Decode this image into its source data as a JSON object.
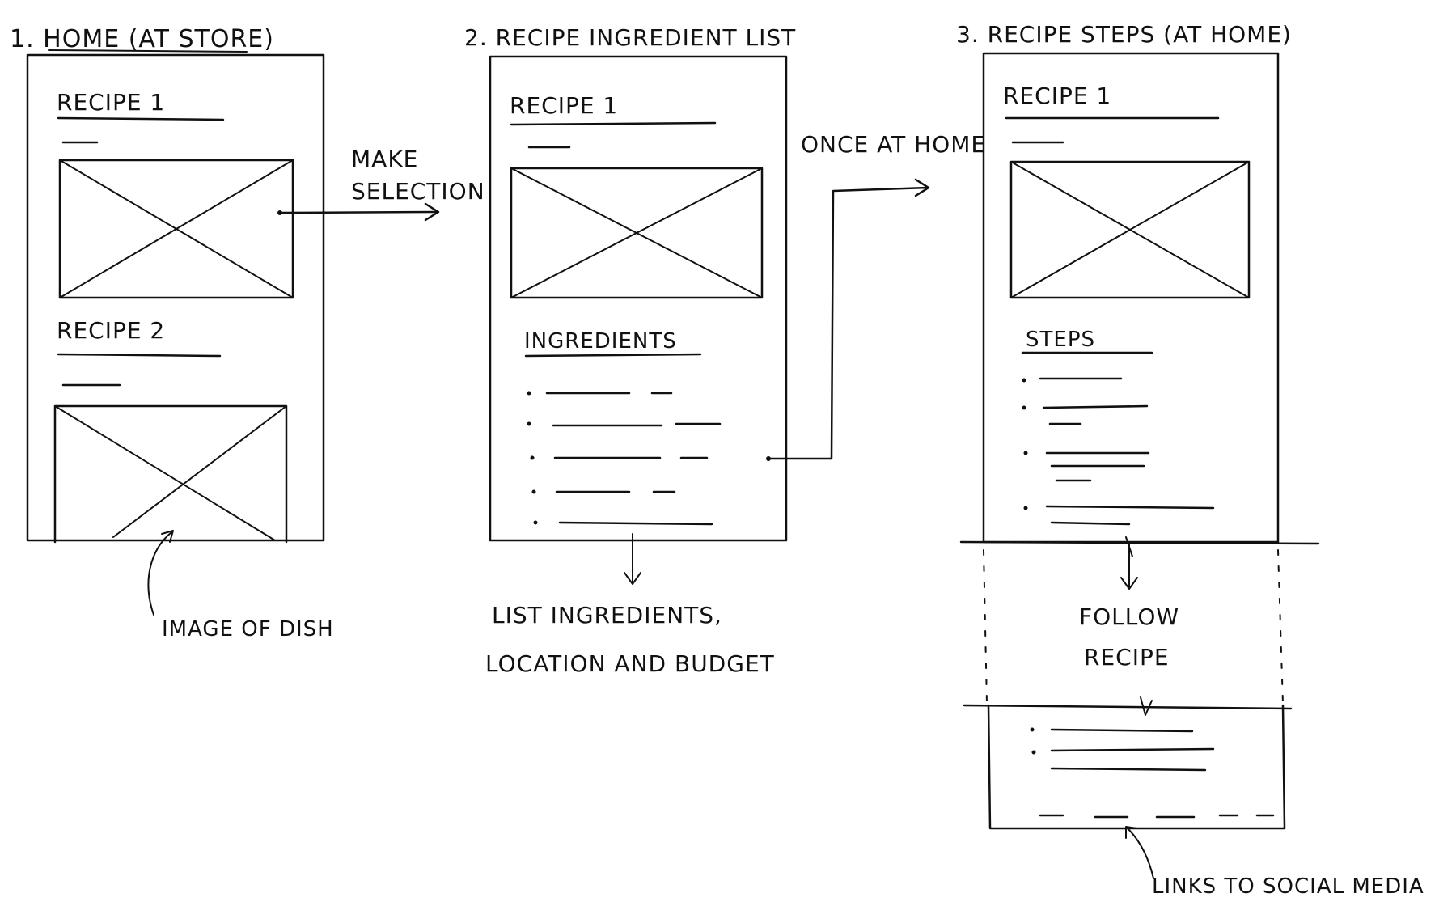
{
  "screens": [
    {
      "title": "1. HOME (AT STORE)",
      "recipes": [
        {
          "heading": "RECIPE 1"
        },
        {
          "heading": "RECIPE 2"
        }
      ]
    },
    {
      "title": "2. RECIPE INGREDIENT LIST",
      "recipe_heading": "RECIPE 1",
      "section_heading": "INGREDIENTS"
    },
    {
      "title": "3. RECIPE STEPS (AT HOME)",
      "recipe_heading": "RECIPE 1",
      "section_heading": "STEPS"
    }
  ],
  "annotations": {
    "make_selection_1": "MAKE",
    "make_selection_2": "SELECTION",
    "once_at_home": "ONCE AT HOME",
    "image_of_dish": "IMAGE OF DISH",
    "list_ingredients_1": "LIST INGREDIENTS,",
    "list_ingredients_2": "LOCATION AND BUDGET",
    "follow_recipe_1": "FOLLOW",
    "follow_recipe_2": "RECIPE",
    "links_social": "LINKS TO SOCIAL MEDIA"
  }
}
